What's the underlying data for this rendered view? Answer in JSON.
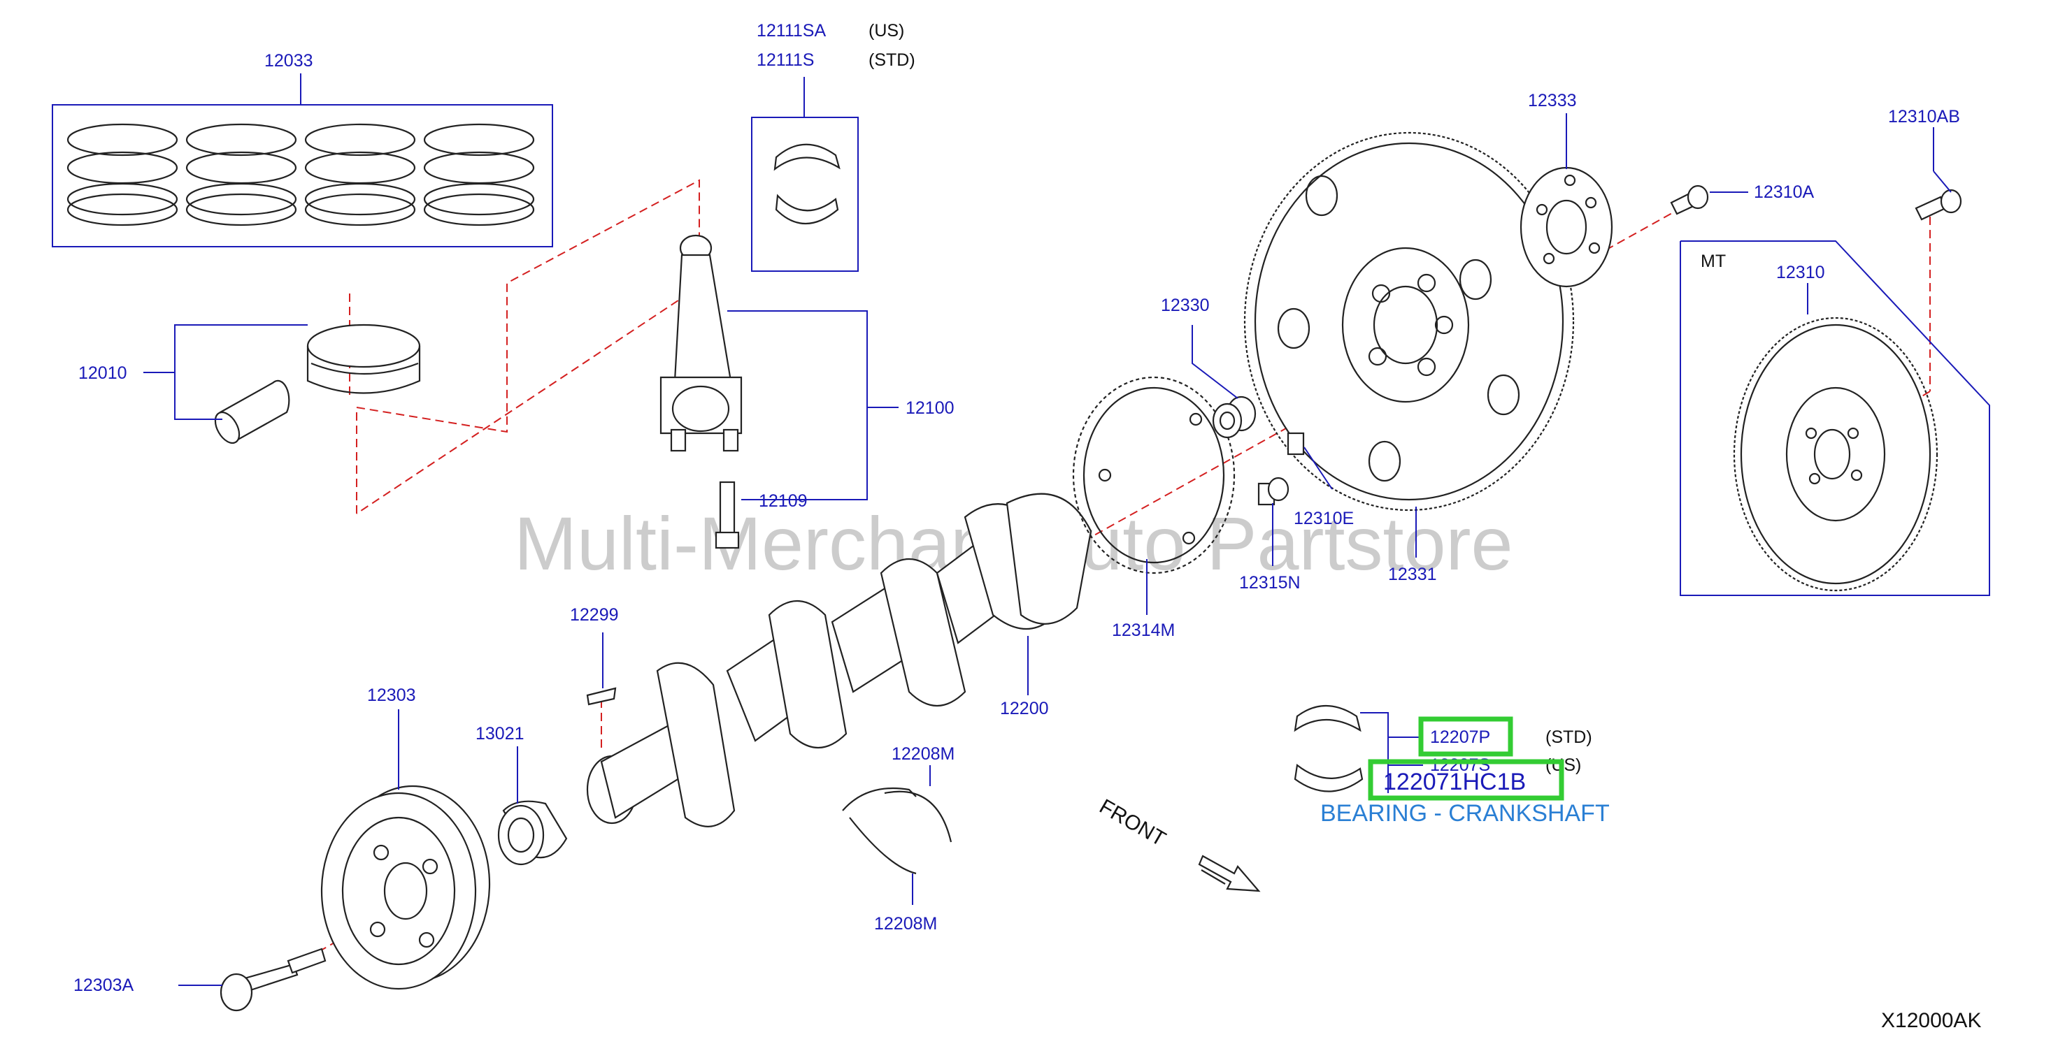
{
  "diagram": {
    "watermark": "Multi-Merchant Auto Partstore",
    "diagram_code": "X12000AK",
    "front_label": "FRONT",
    "mt_label": "MT",
    "parts": {
      "p12033": "12033",
      "p12010": "12010",
      "p12111SA": "12111SA",
      "p12111S": "12111S",
      "us1": "(US)",
      "std1": "(STD)",
      "p12100": "12100",
      "p12109": "12109",
      "p12330": "12330",
      "p12333": "12333",
      "p12310A": "12310A",
      "p12310AB": "12310AB",
      "p12310": "12310",
      "p12310E": "12310E",
      "p12315N": "12315N",
      "p12331": "12331",
      "p12314M": "12314M",
      "p12200": "12200",
      "p12299": "12299",
      "p12303": "12303",
      "p13021": "13021",
      "p12208M_top": "12208M",
      "p12208M_bot": "12208M",
      "p12303A": "12303A",
      "p12207P": "12207P",
      "std2": "(STD)",
      "p12207S": "12207S",
      "us2": "(US)"
    },
    "highlight": {
      "part_number": "122071HC1B",
      "description": "BEARING - CRANKSHAFT",
      "color": "#33cc33"
    }
  }
}
